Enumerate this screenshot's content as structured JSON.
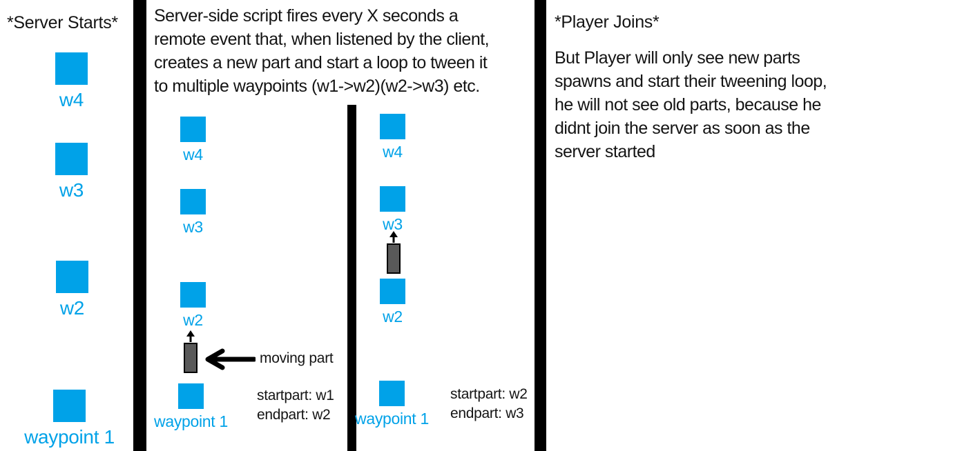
{
  "colors": {
    "accent_blue": "#00a2e8",
    "part_gray": "#595959",
    "divider_black": "#000000",
    "text_black": "#141414"
  },
  "server_panel": {
    "title": "*Server Starts*",
    "waypoints": [
      {
        "label": "w4"
      },
      {
        "label": "w3"
      },
      {
        "label": "w2"
      },
      {
        "label": "waypoint 1"
      }
    ]
  },
  "script_panel": {
    "description_lines": [
      "Server-side script fires every X seconds a",
      "remote event that, when listened by the client,",
      "creates a new part and start a loop to tween it",
      "to multiple waypoints (w1->w2)(w2->w3) etc."
    ],
    "iterations": [
      {
        "waypoints": [
          {
            "label": "w4"
          },
          {
            "label": "w3"
          },
          {
            "label": "w2"
          },
          {
            "label": "waypoint 1"
          }
        ],
        "moving_part_caption": "moving part",
        "startpart": "startpart: w1",
        "endpart": "endpart: w2"
      },
      {
        "waypoints": [
          {
            "label": "w4"
          },
          {
            "label": "w3"
          },
          {
            "label": "w2"
          },
          {
            "label": "waypoint 1"
          }
        ],
        "startpart": "startpart: w2",
        "endpart": "endpart: w3"
      }
    ]
  },
  "player_panel": {
    "title": "*Player Joins*",
    "paragraph_lines": [
      "But Player will only see new parts",
      "spawns and start their tweening loop,",
      "he will not see old parts, because he",
      "didnt join the server as soon as the",
      "server started"
    ]
  }
}
